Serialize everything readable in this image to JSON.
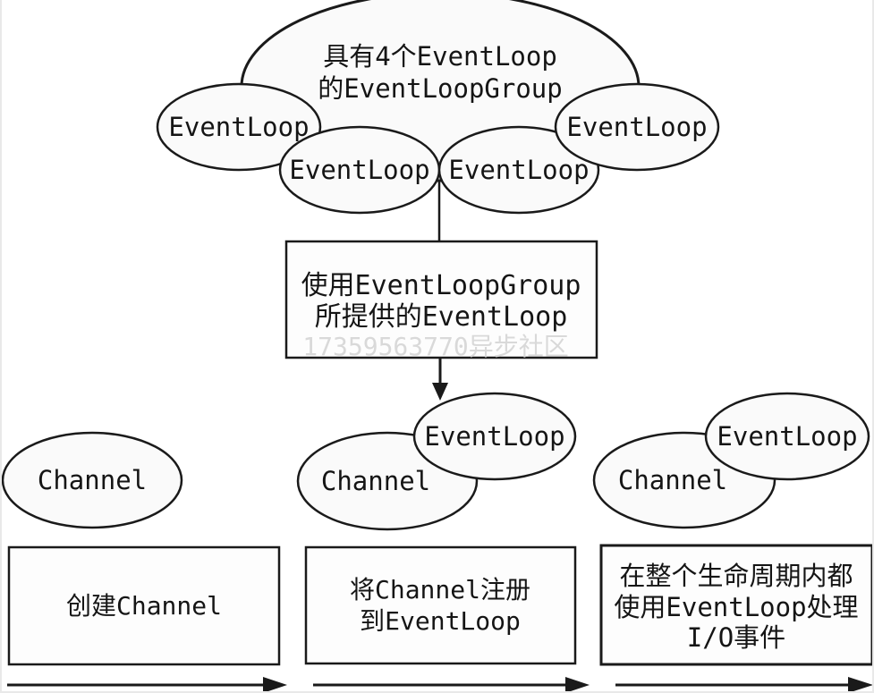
{
  "top_group": {
    "label_line1": "具有4个EventLoop",
    "label_line2": "的EventLoopGroup",
    "eventloops": [
      "EventLoop",
      "EventLoop",
      "EventLoop",
      "EventLoop"
    ]
  },
  "instruction_box": {
    "line1": "使用EventLoopGroup",
    "line2": "所提供的EventLoop",
    "watermark": "17359563770异步社区"
  },
  "stages": [
    {
      "channel_label": "Channel",
      "box_lines": [
        "创建Channel"
      ]
    },
    {
      "channel_label": "Channel",
      "eventloop_label": "EventLoop",
      "box_lines": [
        "将Channel注册",
        "到EventLoop"
      ]
    },
    {
      "channel_label": "Channel",
      "eventloop_label": "EventLoop",
      "box_lines": [
        "在整个生命周期内都",
        "使用EventLoop处理",
        "I/O事件"
      ]
    }
  ],
  "colors": {
    "stroke": "#1a1a1a",
    "shape_fill": "#fafafa",
    "watermark": "#d9d9d9",
    "background": "#ffffff"
  }
}
